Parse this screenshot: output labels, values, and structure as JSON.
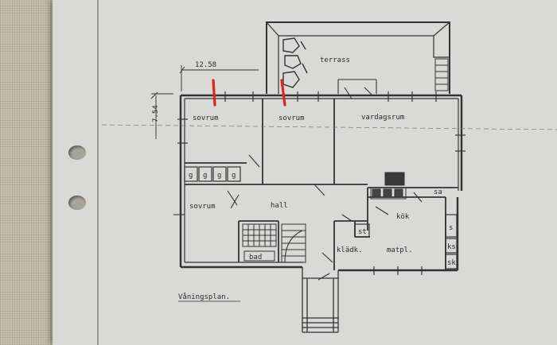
{
  "plan": {
    "caption": "Våningsplan.",
    "dim_width": "12.58",
    "dim_depth": "7.54",
    "rooms": {
      "terrace": "terrass",
      "bedroom_left": "sovrum",
      "bedroom_mid": "sovrum",
      "living": "vardagsrum",
      "bedroom_lower": "sovrum",
      "hall": "hall",
      "kitchen": "kök",
      "bath": "bad",
      "closet": "klädk.",
      "dining": "matpl.",
      "storage": "st",
      "pantry": "sa",
      "small_s": "s",
      "ks": "ks",
      "sk": "sk",
      "wardrobe": "g"
    }
  },
  "annotation_color": "#e0241b"
}
